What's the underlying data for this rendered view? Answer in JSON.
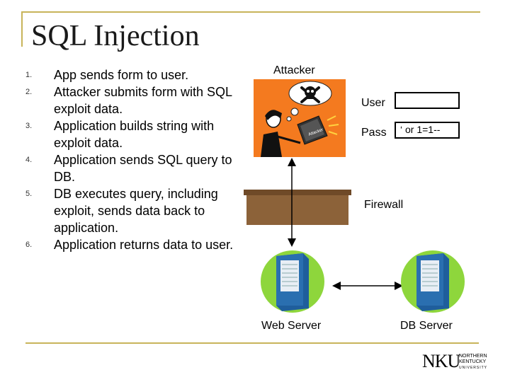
{
  "slide": {
    "title": "SQL Injection",
    "steps": [
      {
        "num": "1.",
        "text": "App sends form to user."
      },
      {
        "num": "2.",
        "text": "Attacker submits form with SQL exploit data."
      },
      {
        "num": "3.",
        "text": "Application builds string with exploit data."
      },
      {
        "num": "4.",
        "text": "Application sends SQL query to DB."
      },
      {
        "num": "5.",
        "text": "DB executes query, including exploit, sends data back to application."
      },
      {
        "num": "6.",
        "text": "Application returns data to user."
      }
    ]
  },
  "diagram": {
    "attacker_label": "Attacker",
    "user_label": "User",
    "user_value": "",
    "pass_label": "Pass",
    "pass_value": "‘ or 1=1--",
    "firewall_label": "Firewall",
    "web_server_label": "Web Server",
    "db_server_label": "DB Server",
    "laptop_sticker": "Attacker"
  },
  "logo": {
    "letters": "NKU",
    "line1": "NORTHERN",
    "line2": "KENTUCKY",
    "line3": "UNIVERSITY"
  },
  "colors": {
    "attacker_bg": "#f47a1f",
    "firewall": "#8c6239",
    "server_halo": "#8ed63c",
    "server_body": "#2a6fb0",
    "frame_line": "#c8b45a"
  }
}
